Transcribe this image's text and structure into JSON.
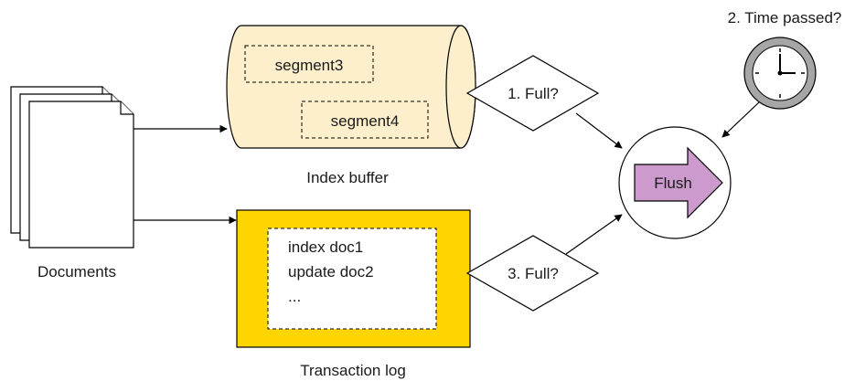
{
  "documents": {
    "label": "Documents"
  },
  "index_buffer": {
    "label": "Index buffer",
    "segments": [
      "segment3",
      "segment4"
    ],
    "fill_color": "#fdefcb"
  },
  "transaction_log": {
    "label": "Transaction log",
    "entries": [
      "index doc1",
      "update doc2",
      "..."
    ],
    "fill_color": "#ffd500"
  },
  "decisions": {
    "buffer_full": "1. Full?",
    "time_passed": "2. Time passed?",
    "log_full": "3. Full?"
  },
  "flush": {
    "label": "Flush",
    "arrow_color": "#cc9acc"
  },
  "icons": {
    "clock": "clock-icon",
    "document": "document-icon"
  }
}
